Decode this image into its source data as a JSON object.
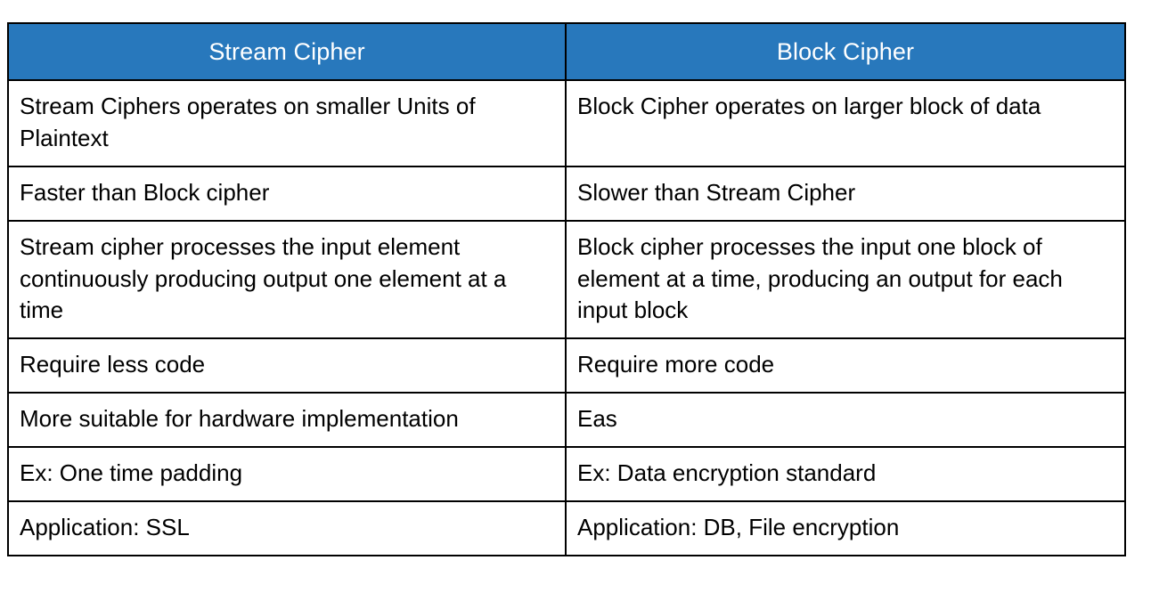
{
  "document": {
    "title": "Stream Cipher vs Block Cipher comparison table",
    "background_color": "#ffffff"
  },
  "table": {
    "header_background_color": "#2878bc",
    "header_text_color": "#ffffff",
    "border_color": "#000000",
    "body_text_color": "#000000",
    "columns": [
      {
        "key": "stream",
        "label": "Stream Cipher"
      },
      {
        "key": "block",
        "label": "Block Cipher"
      }
    ],
    "rows": [
      {
        "stream": "Stream Ciphers operates on smaller Units of Plaintext",
        "block": "Block Cipher operates on larger block of data"
      },
      {
        "stream": "Faster than Block cipher",
        "block": "Slower than Stream Cipher"
      },
      {
        "stream": "Stream cipher processes the input element continuously producing output one element at a time",
        "block": "Block cipher processes the input one block of element at a time, producing an output for each input block"
      },
      {
        "stream": "Require less code",
        "block": "Require more code"
      },
      {
        "stream": "More suitable for hardware implementation",
        "block": "Eas"
      },
      {
        "stream": "Ex: One time padding",
        "block": "Ex: Data encryption standard"
      },
      {
        "stream": "Application: SSL",
        "block": "Application: DB, File encryption"
      }
    ]
  }
}
